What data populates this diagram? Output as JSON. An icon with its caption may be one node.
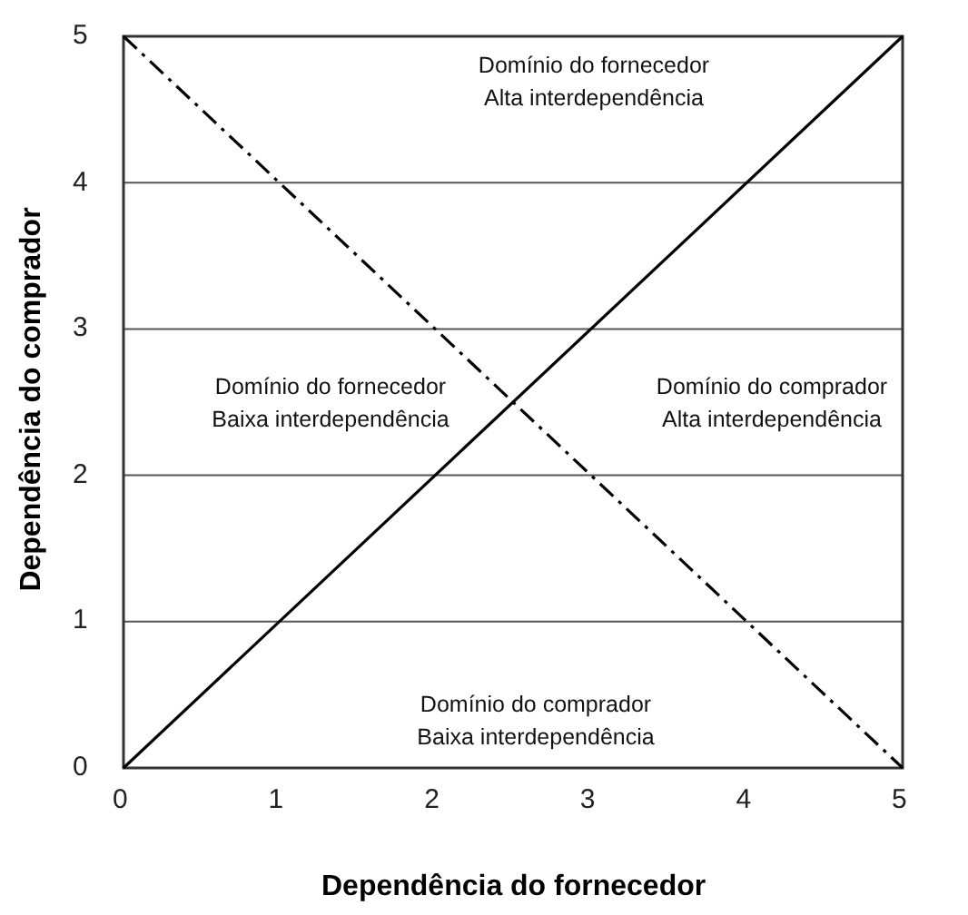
{
  "diagram": {
    "labels": [
      "Domínio do fornecedor Alta interdependência",
      "Domínio do fornecedor Baixa interdependência",
      "Domínio do comprador Alta interdependência",
      "Domínio do comprador Baixa interdependência"
    ],
    "chart_data": {
      "type": "line",
      "xlabel": "Dependência do fornecedor",
      "ylabel": "Dependência do comprador",
      "x": [
        0,
        5
      ],
      "series": [
        {
          "color": "#000000",
          "line_style": "solid",
          "values": [
            0,
            5
          ]
        },
        {
          "color": "#000000",
          "line_style": "dashdot",
          "values": [
            5,
            0
          ]
        }
      ],
      "grid": true,
      "xlim": [
        0,
        5
      ],
      "ylim": [
        0,
        5
      ],
      "xticks": [
        0,
        1,
        2,
        3,
        4,
        5
      ],
      "yticks": [
        0,
        1,
        2,
        3,
        4,
        5
      ]
    }
  }
}
